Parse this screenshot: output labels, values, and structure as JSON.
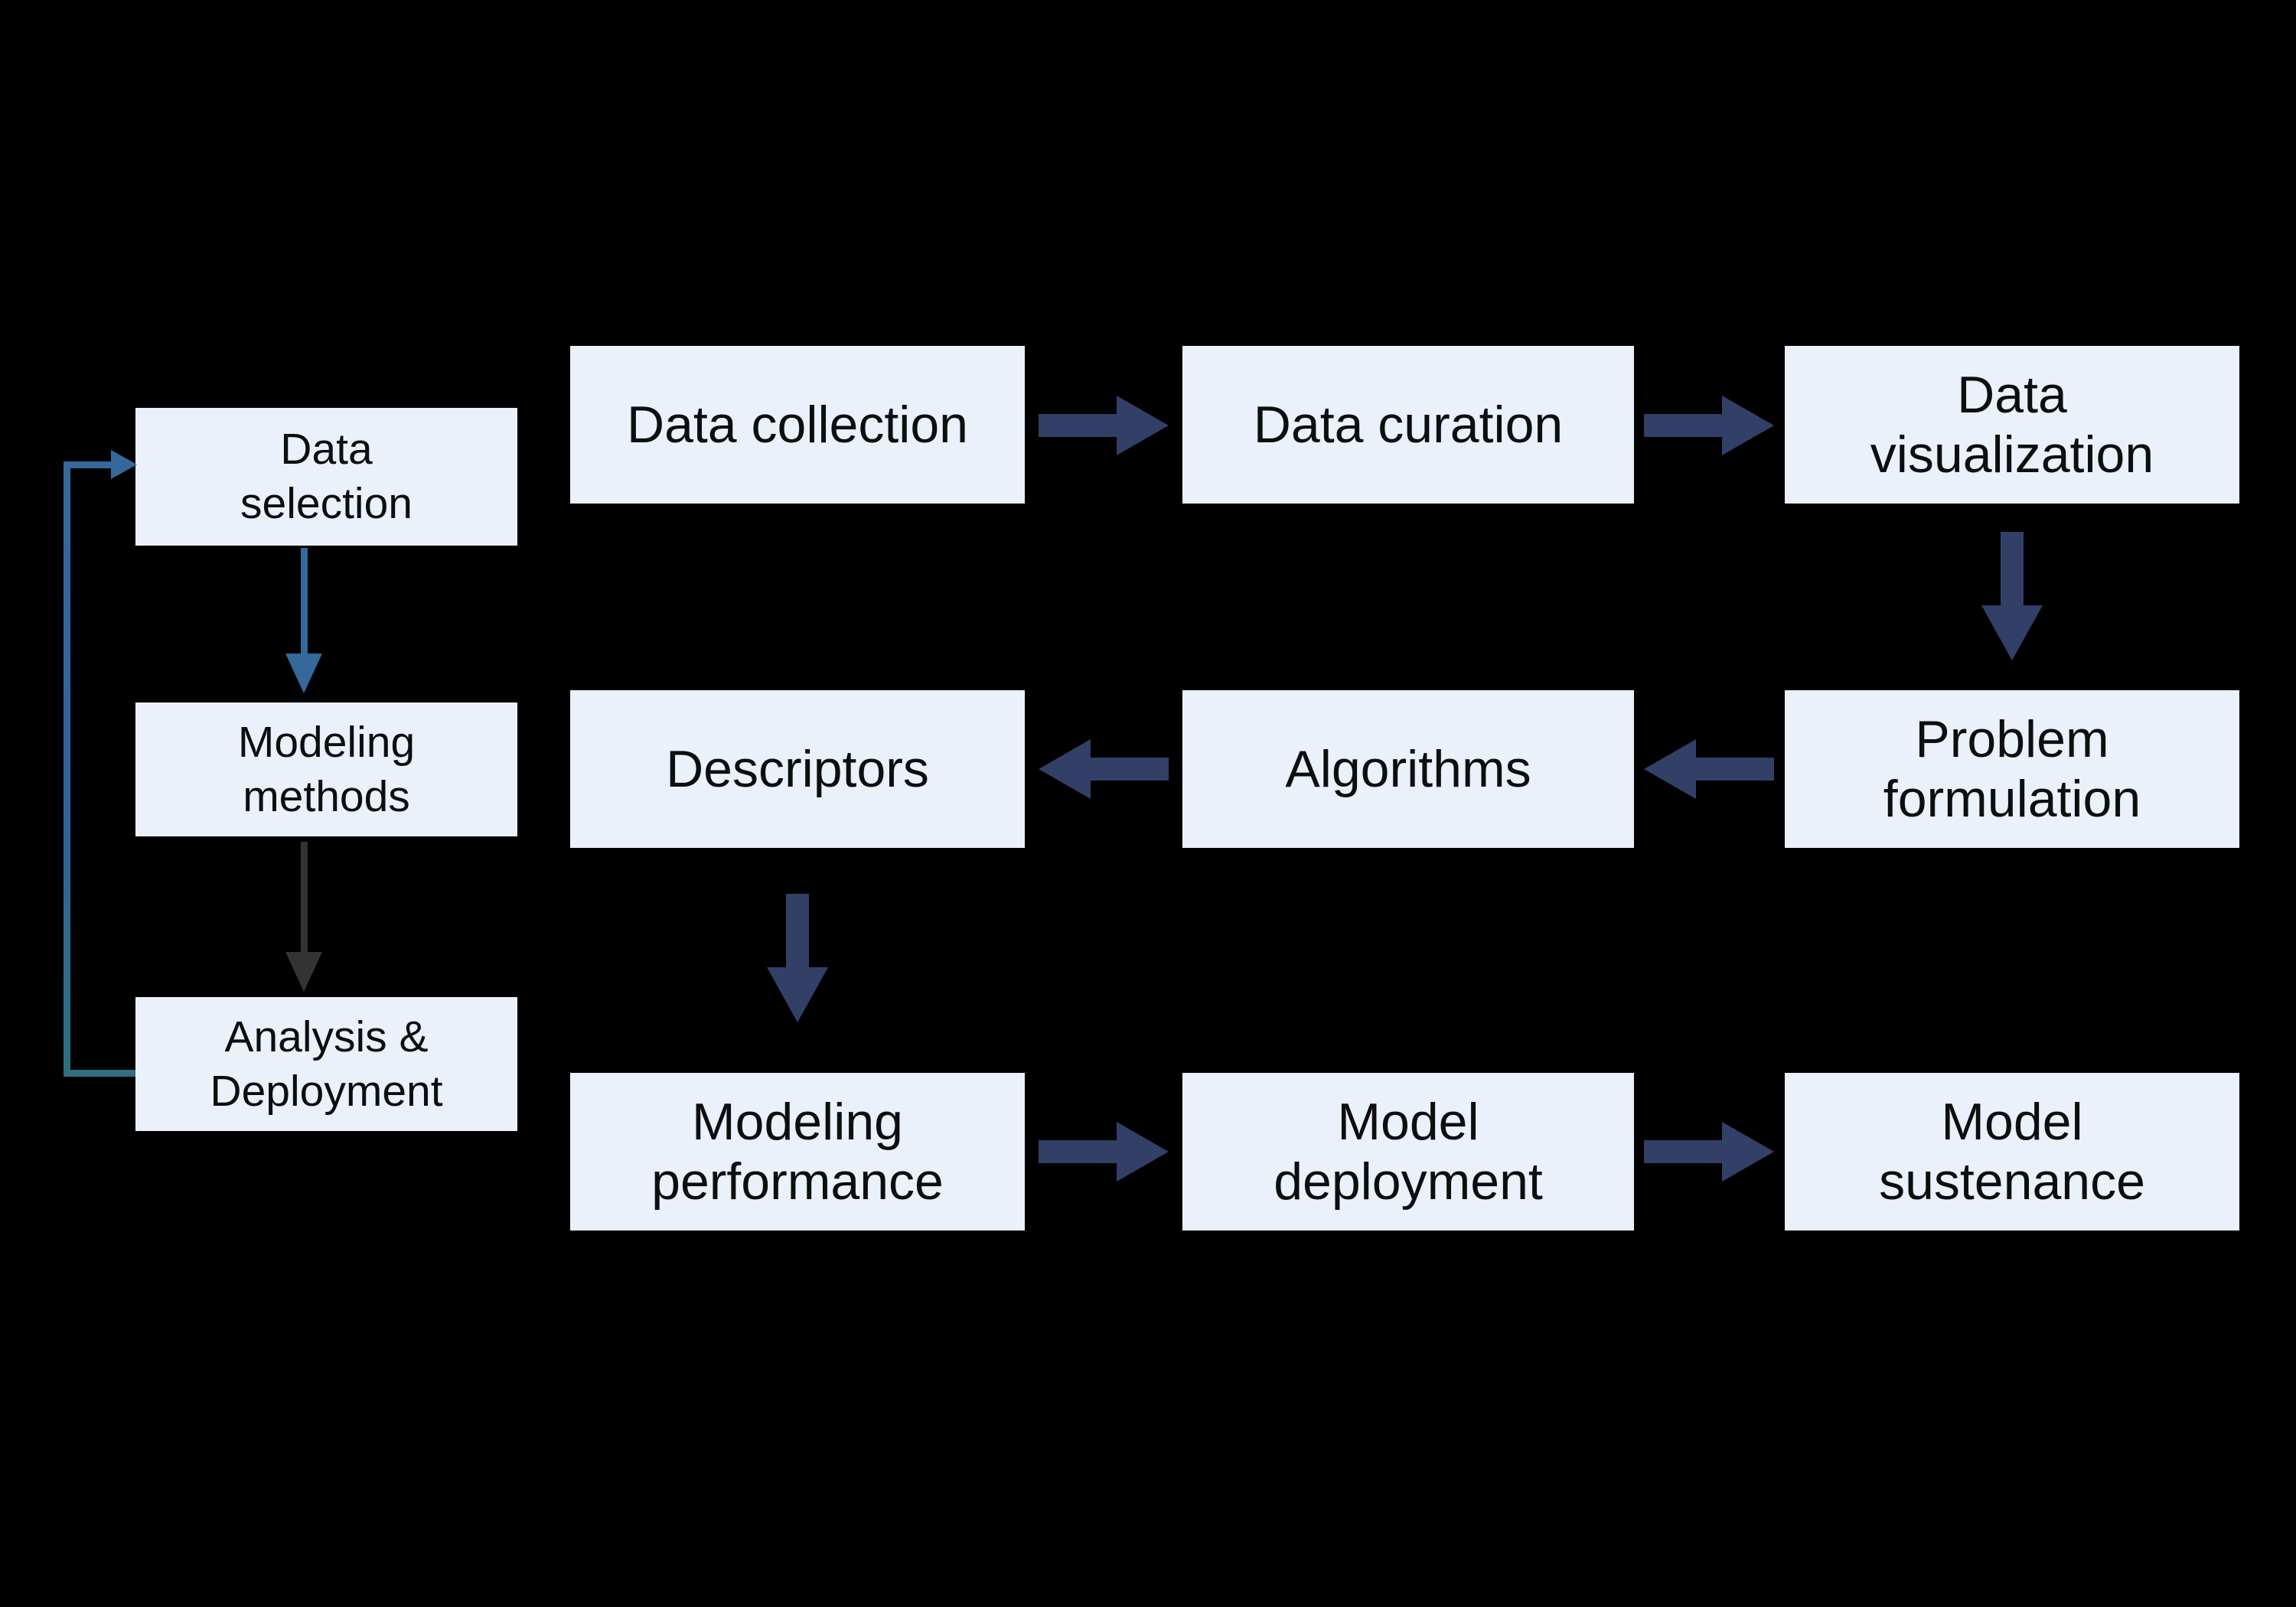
{
  "colors": {
    "background": "#000000",
    "node_fill": "#EBF1FA",
    "node_text": "#0D0E10",
    "flow_arrow_navy": "#323F66",
    "side_arrow_blue": "#35689B",
    "side_arrow_gray": "#333336",
    "loop_line_blue": "#31639B",
    "loop_line_teal": "#2E6F80"
  },
  "nodes": {
    "data_selection": "Data\nselection",
    "modeling_methods": "Modeling\nmethods",
    "analysis_deployment": "Analysis &\nDeployment",
    "data_collection": "Data collection",
    "data_curation": "Data curation",
    "data_visualization": "Data\nvisualization",
    "problem_formulation": "Problem\nformulation",
    "algorithms": "Algorithms",
    "descriptors": "Descriptors",
    "modeling_performance": "Modeling\nperformance",
    "model_deployment": "Model\ndeployment",
    "model_sustenance": "Model\nsustenance"
  },
  "edges": [
    {
      "from": "data_collection",
      "to": "data_curation",
      "style": "thick-navy-right"
    },
    {
      "from": "data_curation",
      "to": "data_visualization",
      "style": "thick-navy-right"
    },
    {
      "from": "data_visualization",
      "to": "problem_formulation",
      "style": "thick-navy-down"
    },
    {
      "from": "problem_formulation",
      "to": "algorithms",
      "style": "thick-navy-left"
    },
    {
      "from": "algorithms",
      "to": "descriptors",
      "style": "thick-navy-left"
    },
    {
      "from": "descriptors",
      "to": "modeling_performance",
      "style": "thick-navy-down"
    },
    {
      "from": "modeling_performance",
      "to": "model_deployment",
      "style": "thick-navy-right"
    },
    {
      "from": "model_deployment",
      "to": "model_sustenance",
      "style": "thick-navy-right"
    },
    {
      "from": "data_selection",
      "to": "modeling_methods",
      "style": "thin-blue-down"
    },
    {
      "from": "modeling_methods",
      "to": "analysis_deployment",
      "style": "thin-gray-down"
    },
    {
      "from": "analysis_deployment",
      "to": "data_selection",
      "style": "thin-blue-teal-loopback"
    }
  ]
}
